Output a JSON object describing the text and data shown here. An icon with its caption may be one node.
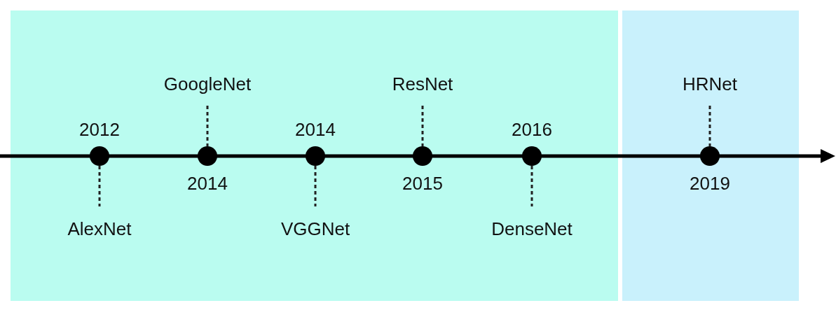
{
  "diagram": {
    "nodes": [
      {
        "text": [],
        "shape": "box"
      },
      {
        "text": [],
        "shape": "box"
      },
      {
        "text": [
          "2012",
          "AlexNet"
        ],
        "in": 0
      },
      {
        "text": [
          "GoogleNet",
          "2014"
        ],
        "in": 0
      },
      {
        "text": [
          "2014",
          "VGGNet"
        ],
        "in": 0
      },
      {
        "text": [
          "ResNet",
          "2015"
        ],
        "in": 0
      },
      {
        "text": [
          "2016",
          "DenseNet"
        ],
        "in": 0
      },
      {
        "text": [
          "HRNet",
          "2019"
        ],
        "in": 1
      }
    ],
    "edges": []
  }
}
